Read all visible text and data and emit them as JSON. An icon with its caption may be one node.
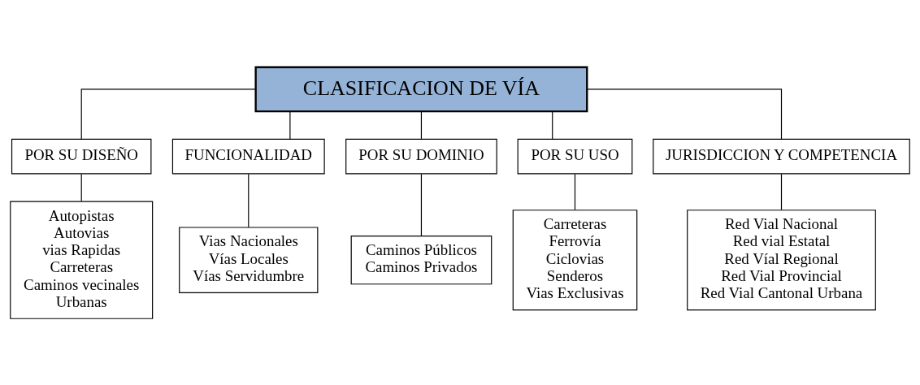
{
  "diagram": {
    "nodes": [
      {
        "text": [
          "CLASIFICACION DE VÍA"
        ]
      },
      {
        "text": [
          "POR SU DISEÑO"
        ]
      },
      {
        "text": [
          "Autopistas",
          "Autovias",
          "vias Rapidas",
          "Carreteras",
          "Caminos vecinales",
          "Urbanas"
        ]
      },
      {
        "text": [
          "FUNCIONALIDAD"
        ]
      },
      {
        "text": [
          "Vias Nacionales",
          "Vías Locales",
          "Vías Servidumbre"
        ]
      },
      {
        "text": [
          "POR SU DOMINIO"
        ]
      },
      {
        "text": [
          "Caminos Públicos",
          "Caminos Privados"
        ]
      },
      {
        "text": [
          "POR SU USO"
        ]
      },
      {
        "text": [
          "Carreteras",
          "Ferrovía",
          "Ciclovias",
          "Senderos",
          "Vias Exclusivas"
        ]
      },
      {
        "text": [
          "JURISDICCION Y COMPETENCIA"
        ]
      },
      {
        "text": [
          "Red Vial Nacional",
          "Red vial Estatal",
          "Red Víal Regional",
          "Red Vial Provincial",
          "Red Vial Cantonal Urbana"
        ]
      }
    ],
    "edges": [
      {
        "from": 0,
        "to": 1,
        "arrow": "none"
      },
      {
        "from": 0,
        "to": 3,
        "arrow": "none"
      },
      {
        "from": 0,
        "to": 5,
        "arrow": "none"
      },
      {
        "from": 0,
        "to": 7,
        "arrow": "none"
      },
      {
        "from": 0,
        "to": 9,
        "arrow": "none"
      },
      {
        "from": 1,
        "to": 2,
        "arrow": "none"
      },
      {
        "from": 3,
        "to": 4,
        "arrow": "none"
      },
      {
        "from": 5,
        "to": 6,
        "arrow": "none"
      },
      {
        "from": 7,
        "to": 8,
        "arrow": "none"
      },
      {
        "from": 9,
        "to": 10,
        "arrow": "none"
      }
    ]
  }
}
